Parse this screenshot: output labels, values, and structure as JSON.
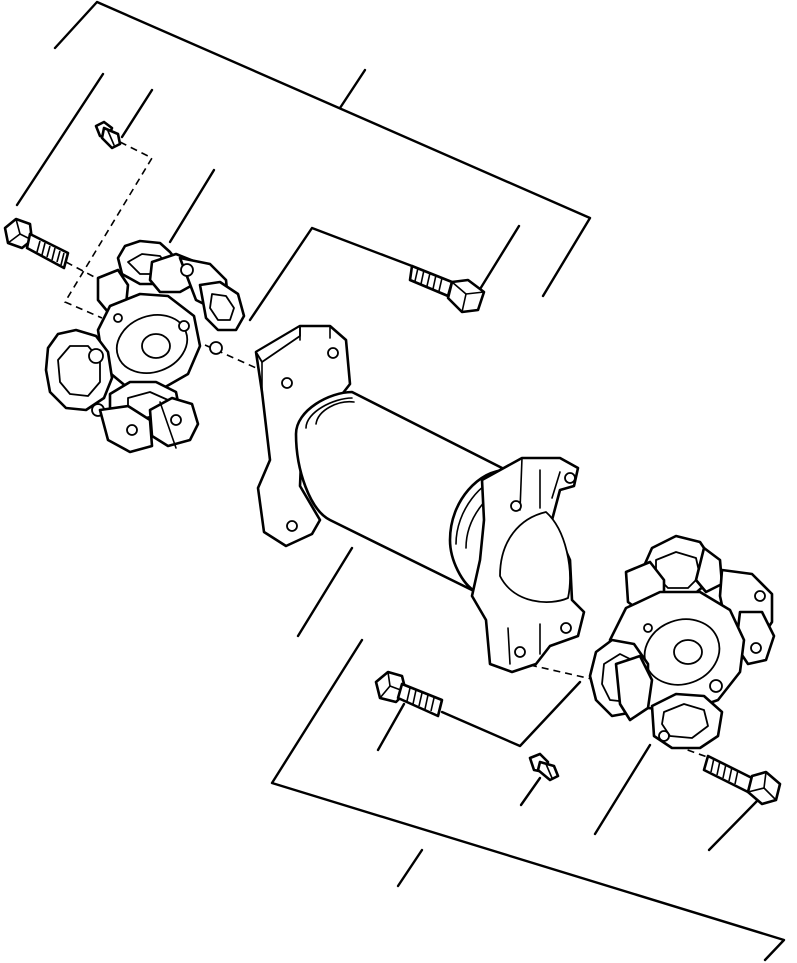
{
  "diagram": {
    "parts": [
      {
        "name": "drive-shaft-assembly"
      },
      {
        "name": "universal-joint-front"
      },
      {
        "name": "universal-joint-rear"
      },
      {
        "name": "bolt"
      },
      {
        "name": "grease-fitting"
      },
      {
        "name": "shaft-tube"
      }
    ]
  }
}
